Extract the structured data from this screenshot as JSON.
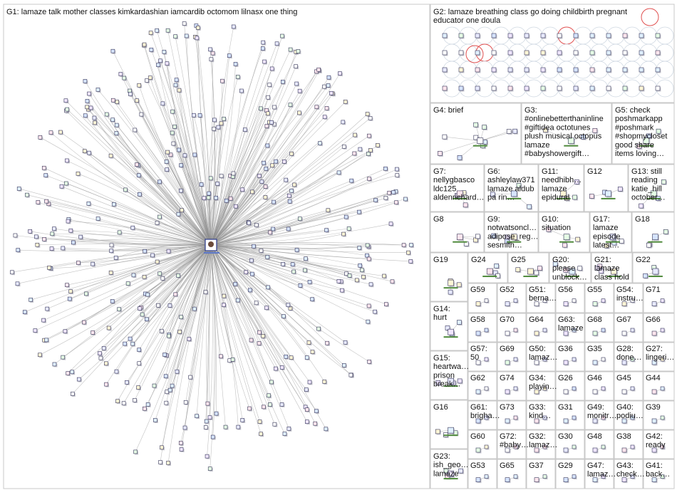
{
  "colors": {
    "edge": "#8f8f8f",
    "box_border": "#c8c8c8",
    "node_fill": [
      "#e8eaff",
      "#d6e4ff",
      "#ffffff",
      "#f0e6ff",
      "#e0f0ff",
      "#ffe6ee",
      "#e6ffe6",
      "#fff6d6"
    ],
    "accent_red": "#e05050"
  },
  "groups": {
    "g1": "G1: lamaze talk mother classes kimkardashian iamcardib octomom lilnasx one thing",
    "g2": [
      "G2: lamaze breathing class go doing childbirth pregnant",
      "educator one doula"
    ],
    "g3": [
      "G3:",
      "#onlinebetterthaninline",
      "#giftidea octotunes",
      "plush musical octopus",
      "lamaze",
      "#babyshowergift…"
    ],
    "g4": [
      "G4: brief"
    ],
    "g5": [
      "G5: check",
      "poshmarkapp",
      "#poshmark",
      "#shopmycloset",
      "good share",
      "items loving…"
    ],
    "g6": [
      "G6:",
      "ashleylaw371",
      "lamaze aldub",
      "pa rin…"
    ],
    "g7": [
      "G7:",
      "nellygbasco",
      "ldc125",
      "aldenrichard…"
    ],
    "g8": [
      "G8"
    ],
    "g9": [
      "G9:",
      "notwatsoncl…",
      "adipose_reg…",
      "sesmith…"
    ],
    "g10": [
      "G10:",
      "situation"
    ],
    "g11": [
      "G11:",
      "needhibh…",
      "lamaze",
      "epidural"
    ],
    "g12": [
      "G12"
    ],
    "g13": [
      "G13: still",
      "reading",
      "katie_hill",
      "october…"
    ],
    "g14": [
      "G14:",
      "hurt"
    ],
    "g15": [
      "G15:",
      "heartwa…",
      "prison",
      "break…"
    ],
    "g16": [
      "G16"
    ],
    "g17": [
      "G17:",
      "lamaze",
      "episode",
      "latest…"
    ],
    "g18": [
      "G18"
    ],
    "g19": [
      "G19"
    ],
    "g20": [
      "G20:",
      "please",
      "unblock…"
    ],
    "g21": [
      "G21:",
      "lamaze",
      "class hold"
    ],
    "g22": [
      "G22"
    ],
    "g23": [
      "G23:",
      "ish_geo…",
      "lamaze"
    ],
    "g24": [
      "G24"
    ],
    "g25": [
      "G25"
    ],
    "small": [
      [
        [
          "G59"
        ],
        [
          "G52"
        ],
        [
          "G51:",
          "berna…"
        ],
        [
          "G56"
        ],
        [
          "G55"
        ],
        [
          "G54:",
          "instru…"
        ],
        [
          "G71"
        ]
      ],
      [
        [
          "G58"
        ],
        [
          "G70"
        ],
        [
          "G64"
        ],
        [
          "G63:",
          "lamaze"
        ],
        [
          "G68"
        ],
        [
          "G67"
        ],
        [
          "G66"
        ]
      ],
      [
        [
          "G57:",
          "50"
        ],
        [
          "G69"
        ],
        [
          "G50:",
          "lamaz…"
        ],
        [
          "G36"
        ],
        [
          "G35"
        ],
        [
          "G28:",
          "done…"
        ],
        [
          "G27:",
          "lingeri…"
        ]
      ],
      [
        [
          "G62"
        ],
        [
          "G74"
        ],
        [
          "G34:",
          "playin…"
        ],
        [
          "G26"
        ],
        [
          "G46"
        ],
        [
          "G45"
        ],
        [
          "G44"
        ]
      ],
      [
        [
          "G61:",
          "brigha…"
        ],
        [
          "G73"
        ],
        [
          "G33:",
          "kind…"
        ],
        [
          "G31"
        ],
        [
          "G49:",
          "monitr…"
        ],
        [
          "G40:",
          "podiu…"
        ],
        [
          "G39"
        ]
      ],
      [
        [
          "G60"
        ],
        [
          "G72:",
          "#baby…"
        ],
        [
          "G32:",
          "lamaz…"
        ],
        [
          "G30"
        ],
        [
          "G48"
        ],
        [
          "G38"
        ],
        [
          "G42:",
          "ready"
        ]
      ],
      [
        [
          "G53"
        ],
        [
          "G65"
        ],
        [
          "G37"
        ],
        [
          "G29"
        ],
        [
          "G47:",
          "lamaz…"
        ],
        [
          "G43:",
          "check…"
        ],
        [
          "G41:",
          "back…"
        ]
      ]
    ]
  }
}
